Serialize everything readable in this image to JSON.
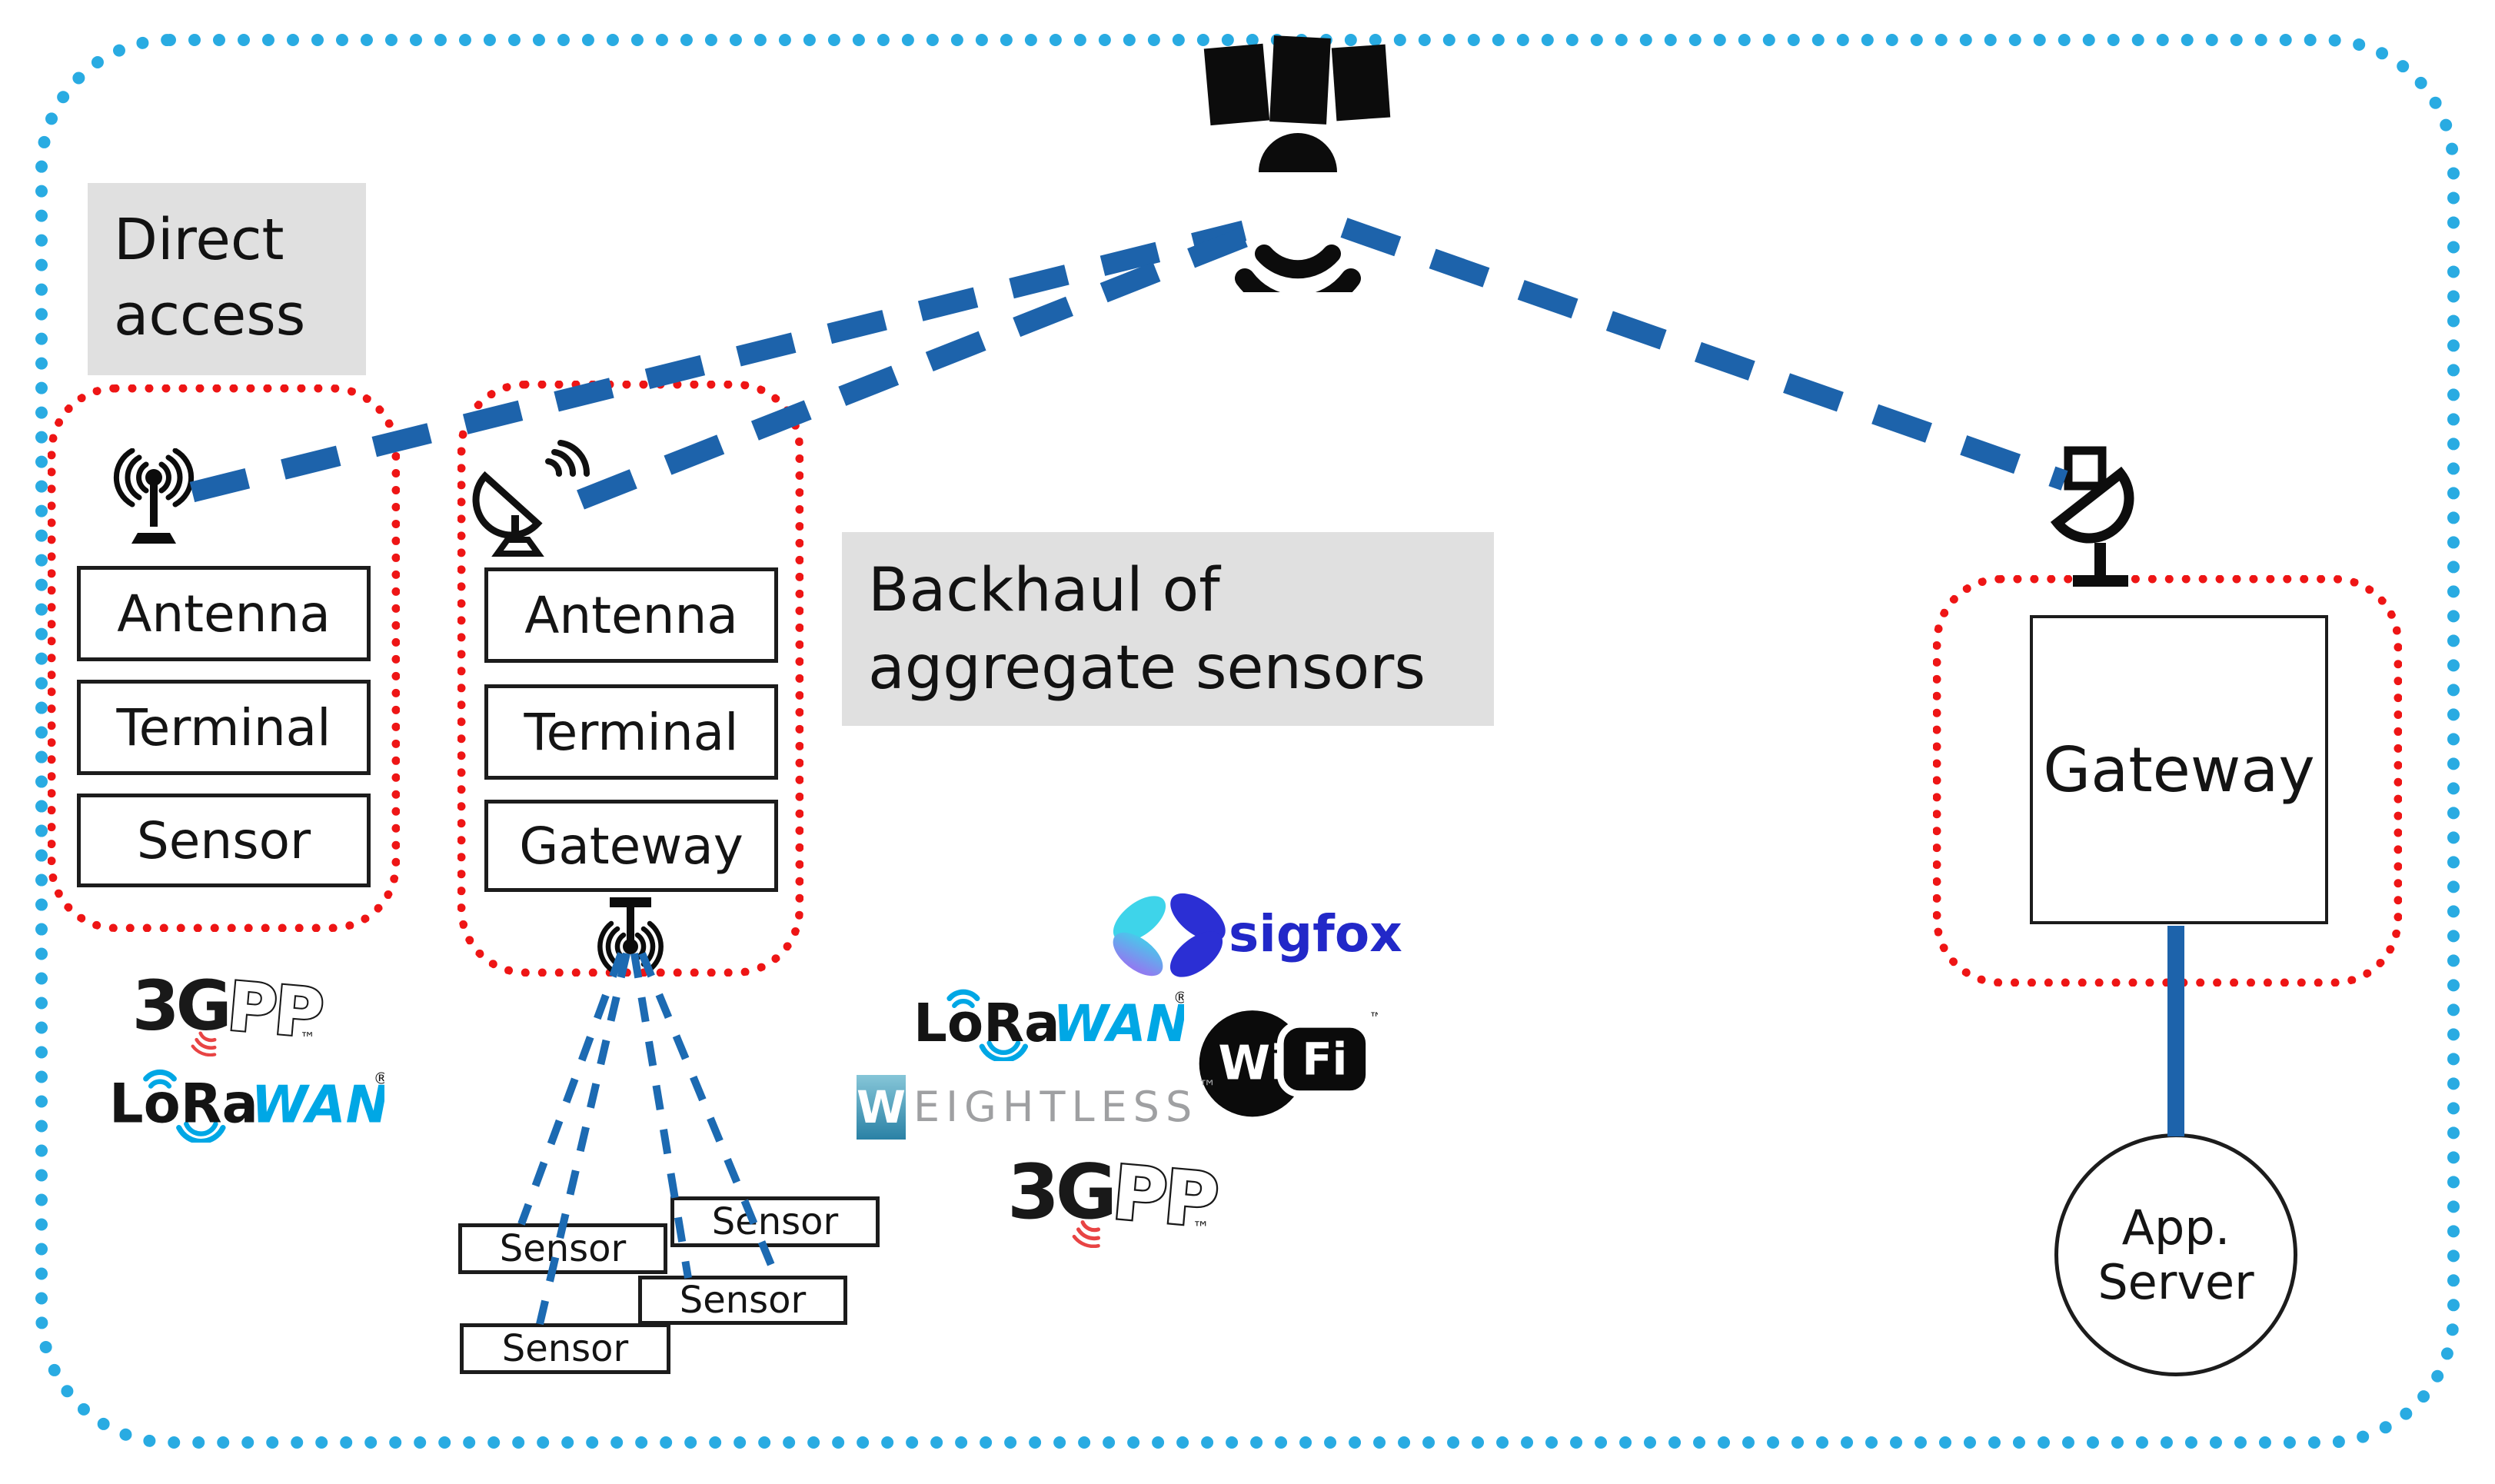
{
  "labels": {
    "direct_access": [
      "Direct",
      "access"
    ],
    "backhaul": [
      "Backhaul of",
      "aggregate sensors"
    ]
  },
  "direct_access_group": {
    "stack": [
      "Antenna",
      "Terminal",
      "Sensor"
    ]
  },
  "backhaul_group": {
    "stack": [
      "Antenna",
      "Terminal",
      "Gateway"
    ]
  },
  "sensor_nodes": [
    "Sensor",
    "Sensor",
    "Sensor",
    "Sensor"
  ],
  "ground_segment": {
    "gateway": "Gateway",
    "app_server": [
      "App.",
      "Server"
    ]
  },
  "logos": {
    "gpp": {
      "g3": "3G",
      "pp": "PP",
      "tm": "™"
    },
    "lorawan": {
      "black": "LoRa",
      "blue": "WAN",
      "reg": "®"
    },
    "sigfox": "sigfox",
    "wifi": {
      "wi": "Wi",
      "fi": "Fi",
      "tm": "™"
    },
    "weightless": {
      "w": "W",
      "rest": "EIGHTLESS",
      "tm": "™"
    }
  },
  "icons": {
    "satellite": "satellite-icon",
    "antenna": "radio-antenna-icon",
    "dish_small": "satellite-dish-icon",
    "antenna_down": "gateway-antenna-icon",
    "dish_large": "ground-station-dish-icon"
  },
  "colors": {
    "outer_border": "#29abe2",
    "link_blue": "#1d63ab",
    "group_red": "#ee1515",
    "label_bg": "#e0e0e0",
    "lorawan_cyan": "#00a7e5",
    "sigfox_indigo": "#2b2fd4",
    "sigfox_cyan": "#3ed4ea",
    "weightless_gray": "#9fa0a2"
  }
}
